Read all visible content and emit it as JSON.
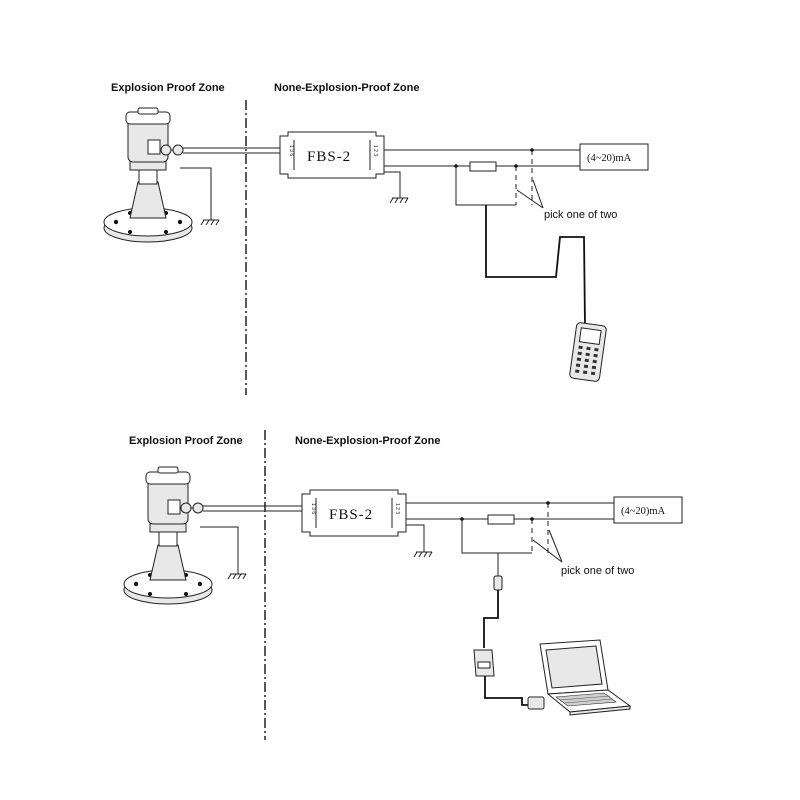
{
  "diagrams": [
    {
      "explosion_zone_label": "Explosion Proof Zone",
      "non_explosion_zone_label": "None-Explosion-Proof Zone",
      "module_label": "FBS-2",
      "module_terminals_left": "1 3 6",
      "module_terminals_right": "1 2 3",
      "output_label": "(4~20)mA",
      "note_label": "pick one of two",
      "config_device": "handheld-communicator"
    },
    {
      "explosion_zone_label": "Explosion Proof Zone",
      "non_explosion_zone_label": "None-Explosion-Proof Zone",
      "module_label": "FBS-2",
      "module_terminals_left": "1 3 6",
      "module_terminals_right": "1 2 3",
      "output_label": "(4~20)mA",
      "note_label": "pick one of two",
      "config_device": "usb-modem-and-laptop"
    }
  ]
}
